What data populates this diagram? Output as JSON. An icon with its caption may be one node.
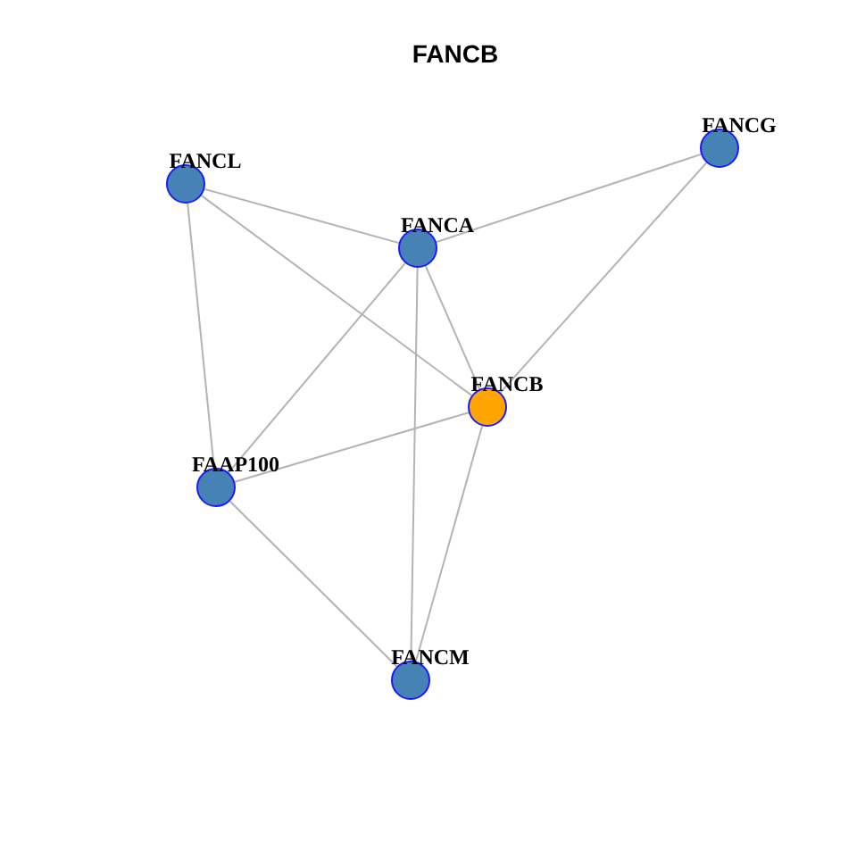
{
  "diagram": {
    "title": "FANCB",
    "nodes": [
      {
        "text": [
          "FANCL"
        ]
      },
      {
        "text": [
          "FANCG"
        ]
      },
      {
        "text": [
          "FANCA"
        ]
      },
      {
        "text": [
          "FANCB"
        ]
      },
      {
        "text": [
          "FAAP100"
        ]
      },
      {
        "text": [
          "FANCM"
        ]
      }
    ],
    "edges": [
      {
        "from": 0,
        "to": 2,
        "arrow": "none"
      },
      {
        "from": 0,
        "to": 3,
        "arrow": "none"
      },
      {
        "from": 0,
        "to": 4,
        "arrow": "none"
      },
      {
        "from": 2,
        "to": 1,
        "arrow": "none"
      },
      {
        "from": 2,
        "to": 4,
        "arrow": "none"
      },
      {
        "from": 2,
        "to": 3,
        "arrow": "none"
      },
      {
        "from": 2,
        "to": 5,
        "arrow": "none"
      },
      {
        "from": 1,
        "to": 3,
        "arrow": "none"
      },
      {
        "from": 3,
        "to": 4,
        "arrow": "none"
      },
      {
        "from": 3,
        "to": 5,
        "arrow": "none"
      },
      {
        "from": 4,
        "to": 5,
        "arrow": "none"
      }
    ]
  }
}
